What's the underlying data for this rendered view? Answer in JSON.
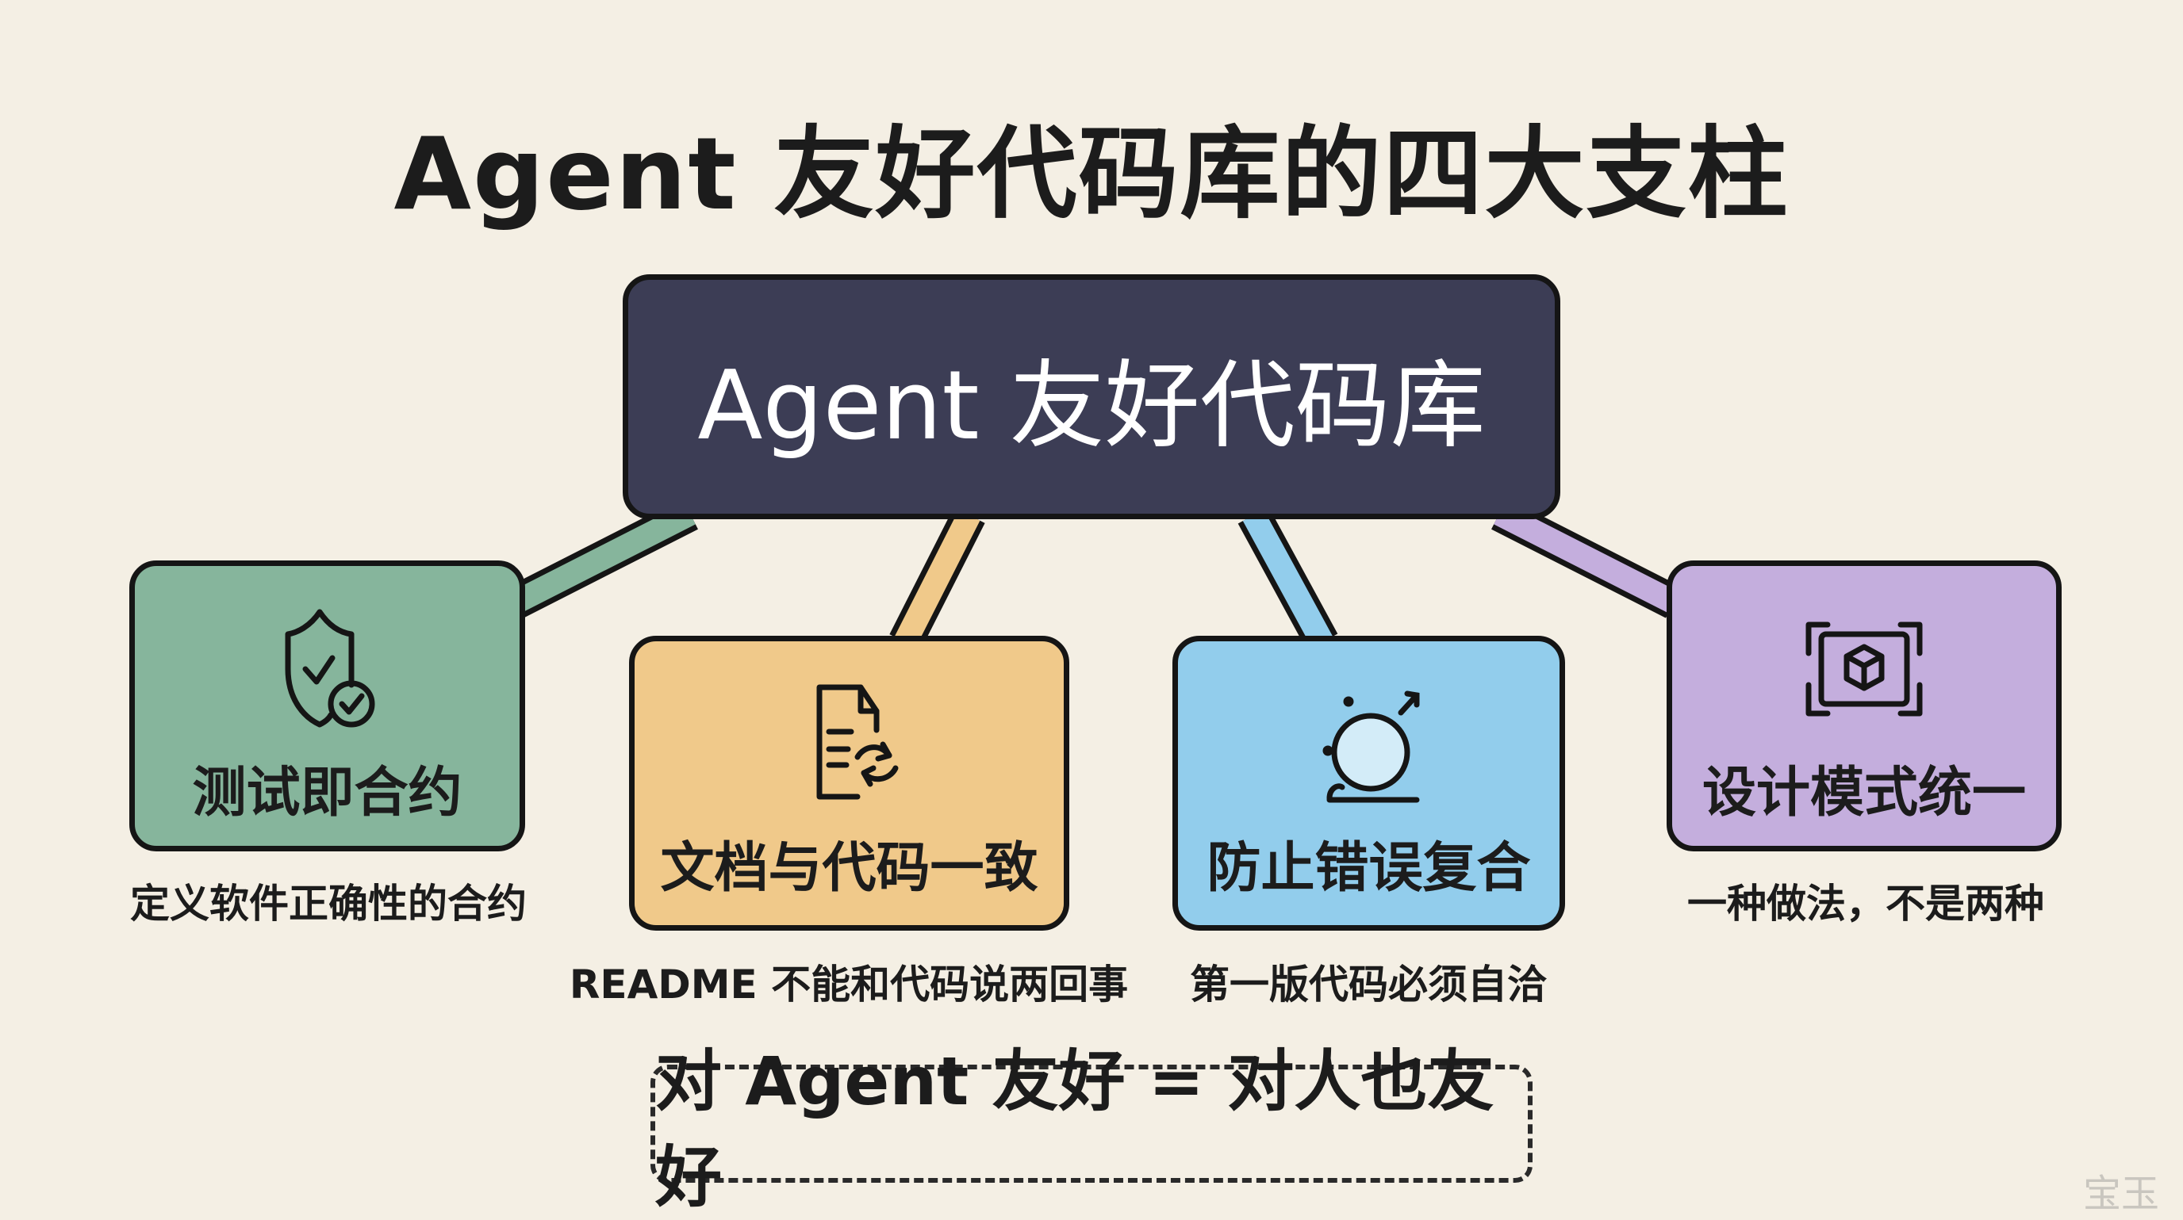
{
  "title": "Agent 友好代码库的四大支柱",
  "center": {
    "label": "Agent 友好代码库",
    "color": "#3c3d55"
  },
  "pillars": [
    {
      "label": "测试即合约",
      "description": "定义软件正确性的合约",
      "icon": "shield-check-icon",
      "color": "#86b59c"
    },
    {
      "label": "文档与代码一致",
      "description": "README 不能和代码说两回事",
      "icon": "document-sync-icon",
      "color": "#f0c98a"
    },
    {
      "label": "防止错误复合",
      "description": "第一版代码必须自洽",
      "icon": "snowball-icon",
      "color": "#92cdec"
    },
    {
      "label": "设计模式统一",
      "description": "一种做法，不是两种",
      "icon": "framed-cube-icon",
      "color": "#c4aedd"
    }
  ],
  "motto": "对 Agent 友好 = 对人也友好",
  "watermark": "宝玉"
}
